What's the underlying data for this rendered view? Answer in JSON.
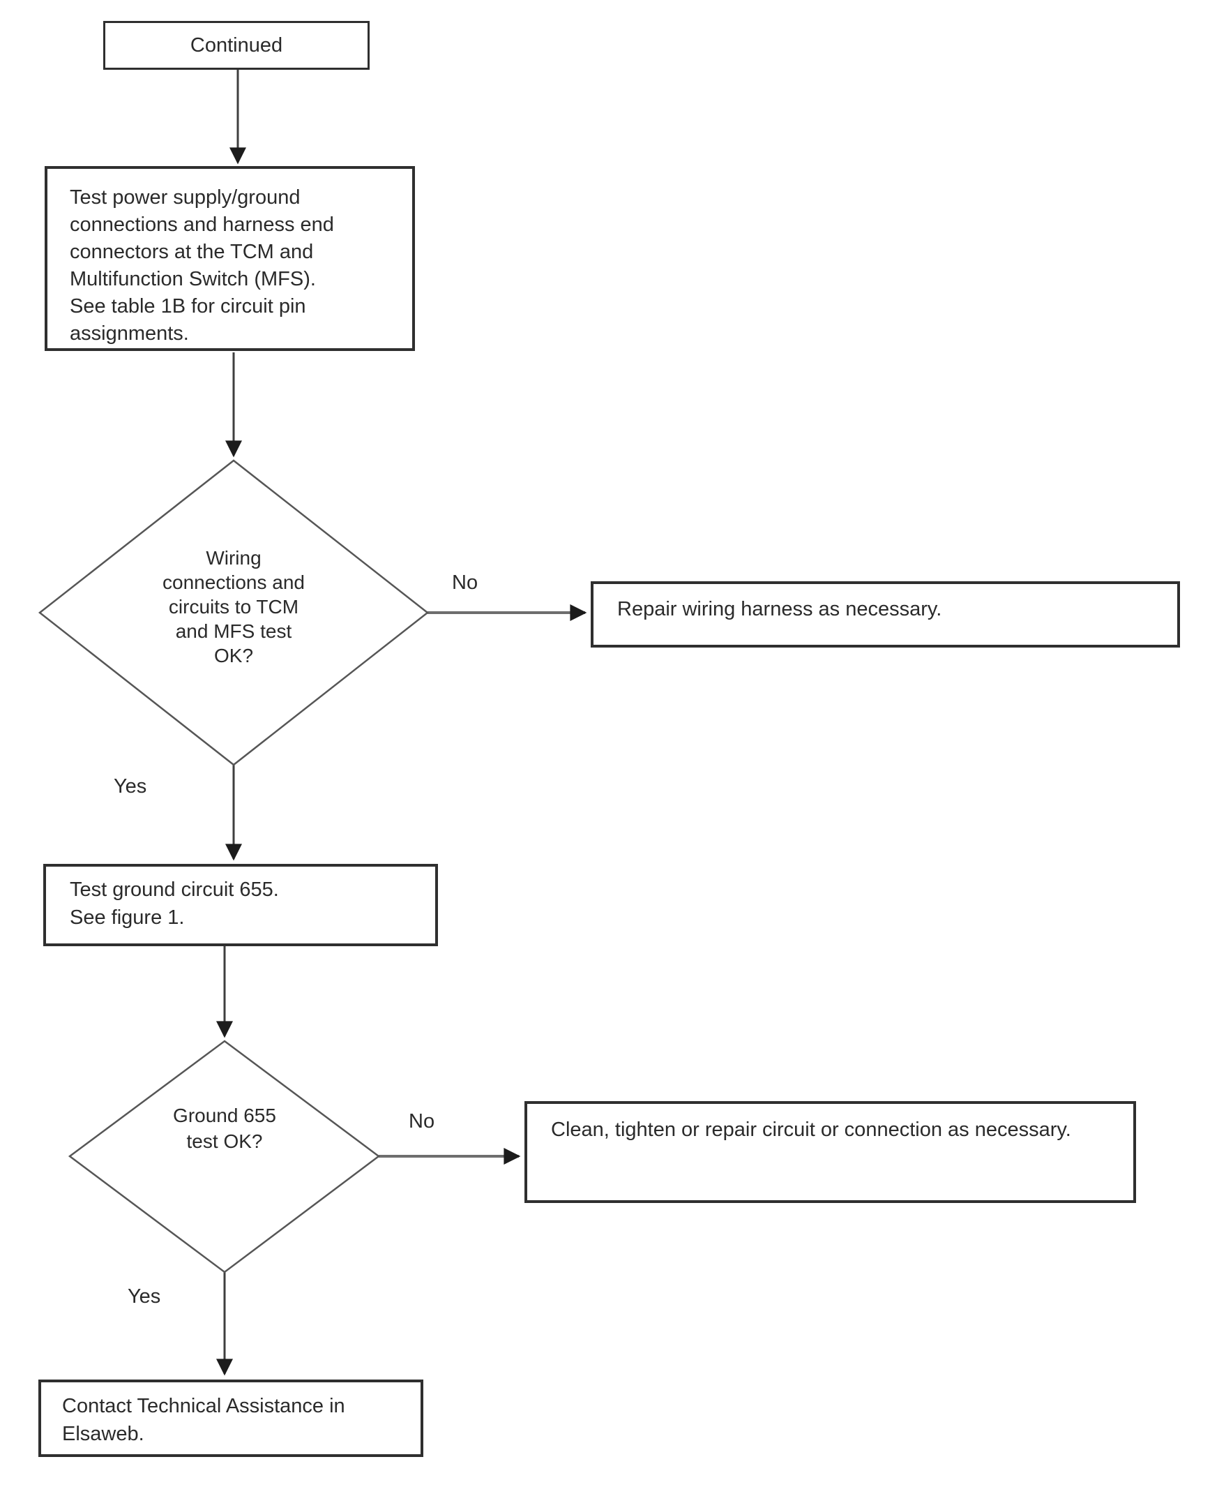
{
  "nodes": {
    "continued": {
      "text": "Continued"
    },
    "test_power_supply": {
      "text": "Test power supply/ground\nconnections and harness end\nconnectors at the TCM and\nMultifunction Switch (MFS).\nSee table 1B for circuit pin\nassignments."
    },
    "wiring_connections_decision": {
      "text": "Wiring\nconnections and\ncircuits to TCM\nand MFS test\nOK?"
    },
    "repair_wiring_harness": {
      "text": "Repair wiring harness as necessary."
    },
    "test_ground_circuit": {
      "text": "Test ground circuit 655.\nSee figure 1."
    },
    "ground_655_decision": {
      "text": "Ground 655\ntest OK?"
    },
    "clean_tighten_repair": {
      "text": "Clean, tighten or repair circuit or connection as necessary."
    },
    "contact_technical_assistance": {
      "text": "Contact Technical Assistance in\nElsaweb."
    }
  },
  "edge_labels": {
    "wiring_no": "No",
    "wiring_yes": "Yes",
    "ground_no": "No",
    "ground_yes": "Yes"
  },
  "colors": {
    "background": "#ffffff",
    "box_border": "#2f2f2f",
    "diamond_stroke": "#565656",
    "vertical_line": "#3f3f3f",
    "horizontal_line": "#6e6e6e",
    "arrowhead": "#1c1c1c",
    "text": "#2a2a2a"
  }
}
